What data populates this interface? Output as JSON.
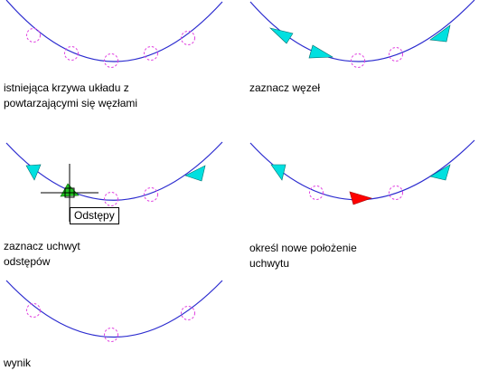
{
  "captions": {
    "step1": "istniejąca krzywa układu z\npowtarzającymi się węzłami",
    "step2": "zaznacz węzeł",
    "step3": "zaznacz uchwyt\nodstępów",
    "step4": "określ nowe położenie\nuchwytu",
    "step5": "wynik"
  },
  "tooltip": "Odstępy",
  "colors": {
    "curve": "#2b2bcf",
    "node_circle": "#e040e0",
    "grip": "#00e0e0",
    "grip_hot": "#20c020",
    "grip_moved": "#ff0000",
    "crosshair": "#000000"
  },
  "icons": {
    "node": "dashed-circle-node-icon",
    "grip": "triangle-grip-icon",
    "cursor": "crosshair-cursor-icon"
  }
}
